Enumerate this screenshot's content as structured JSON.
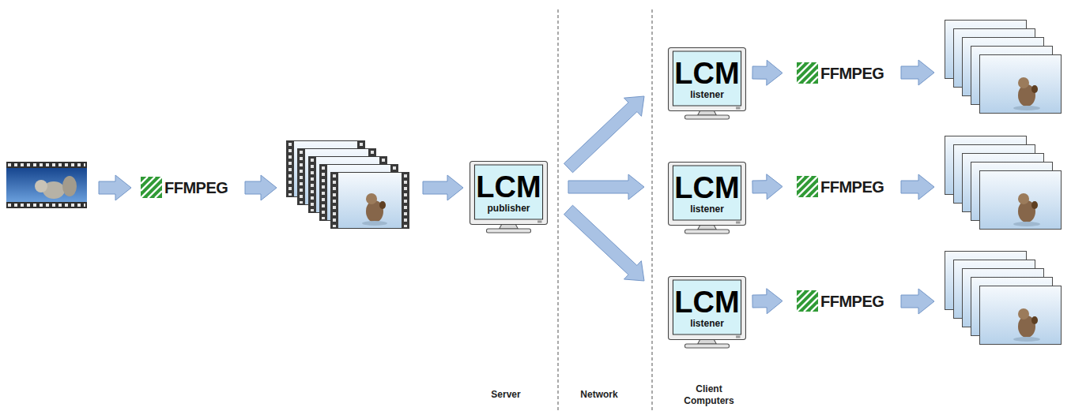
{
  "diagram": {
    "nodes": [
      {
        "text": [
          "FFMPEG"
        ]
      },
      {
        "text": [
          "LCM",
          "publisher"
        ]
      },
      {
        "text": [
          "LCM",
          "listener"
        ]
      },
      {
        "text": [
          "FFMPEG"
        ]
      },
      {
        "text": [
          "LCM",
          "listener"
        ]
      },
      {
        "text": [
          "FFMPEG"
        ]
      },
      {
        "text": [
          "LCM",
          "listener"
        ]
      },
      {
        "text": [
          "FFMPEG"
        ]
      }
    ],
    "edges": [
      {
        "from": 1,
        "to": 2,
        "arrow": "to"
      },
      {
        "from": 1,
        "to": 4,
        "arrow": "to"
      },
      {
        "from": 1,
        "to": 6,
        "arrow": "to"
      },
      {
        "from": 2,
        "to": 3,
        "arrow": "to"
      },
      {
        "from": 4,
        "to": 5,
        "arrow": "to"
      },
      {
        "from": 6,
        "to": 7,
        "arrow": "to"
      }
    ],
    "labels": [
      "Server",
      "Network",
      "Client Computers"
    ]
  }
}
